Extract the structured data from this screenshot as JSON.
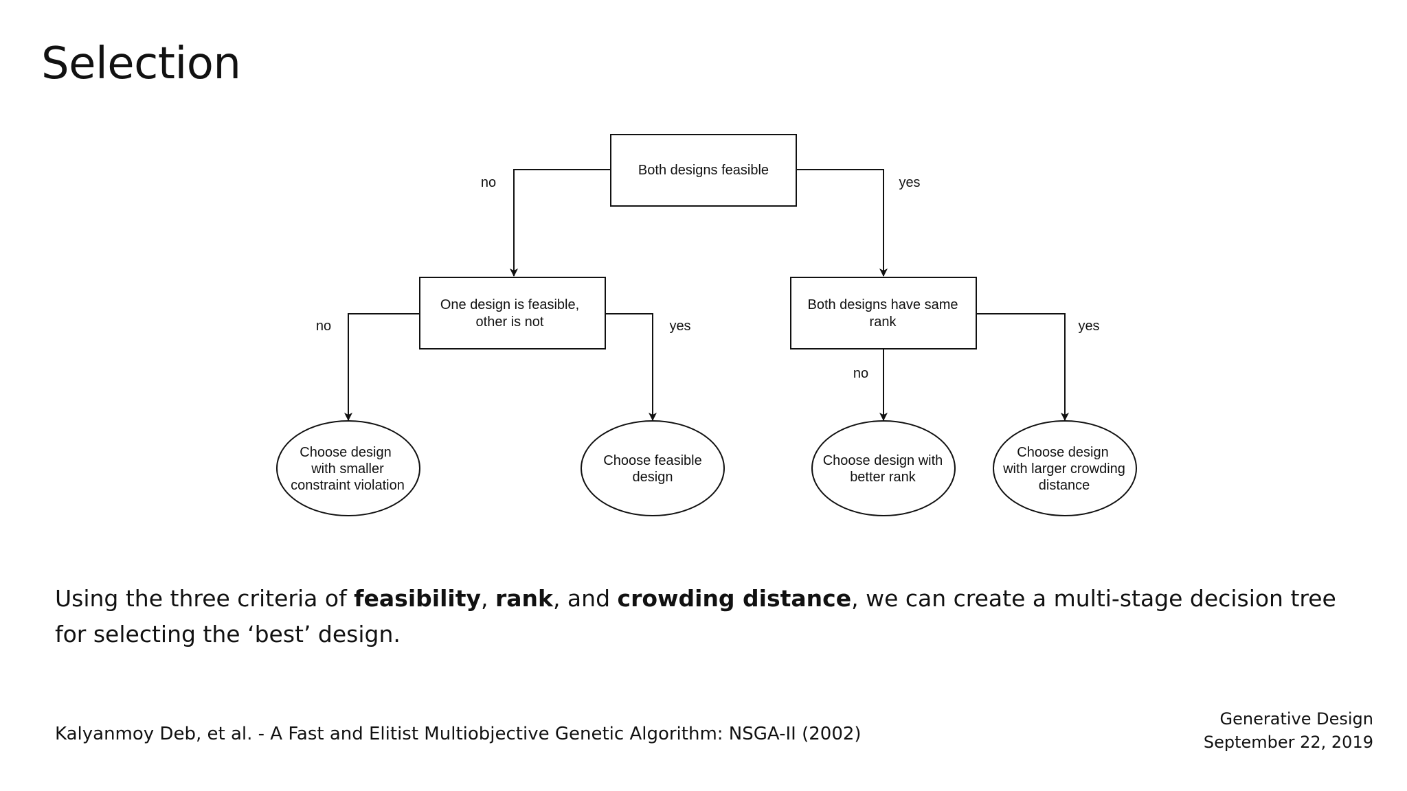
{
  "slide": {
    "title": "Selection"
  },
  "decision_tree": {
    "root": {
      "text": [
        "Both designs feasible"
      ]
    },
    "feasibility_check": {
      "text": [
        "One design is feasible,",
        "other is not"
      ]
    },
    "rank_check": {
      "text": [
        "Both designs have same",
        "rank"
      ]
    },
    "leaf_constraint": {
      "text": [
        "Choose design",
        "with smaller",
        "constraint violation"
      ]
    },
    "leaf_feasible": {
      "text": [
        "Choose feasible",
        "design"
      ]
    },
    "leaf_rank": {
      "text": [
        "Choose design with",
        "better rank"
      ]
    },
    "leaf_crowding": {
      "text": [
        "Choose design",
        "with larger crowding",
        "distance"
      ]
    },
    "edge_labels": {
      "root_no": "no",
      "root_yes": "yes",
      "feasibility_no": "no",
      "feasibility_yes": "yes",
      "rank_no": "no",
      "rank_yes": "yes"
    }
  },
  "description": {
    "part1": "Using the three criteria of ",
    "term1": "feasibility",
    "part2": ", ",
    "term2": "rank",
    "part3": ", and ",
    "term3": "crowding distance",
    "part4": ", we can create a multi-stage decision tree for selecting the ‘best’ design."
  },
  "footer": {
    "citation": "Kalyanmoy Deb, et al.  - A Fast and Elitist Multiobjective Genetic Algorithm: NSGA-II (2002)",
    "course": "Generative Design",
    "date": "September 22, 2019"
  }
}
